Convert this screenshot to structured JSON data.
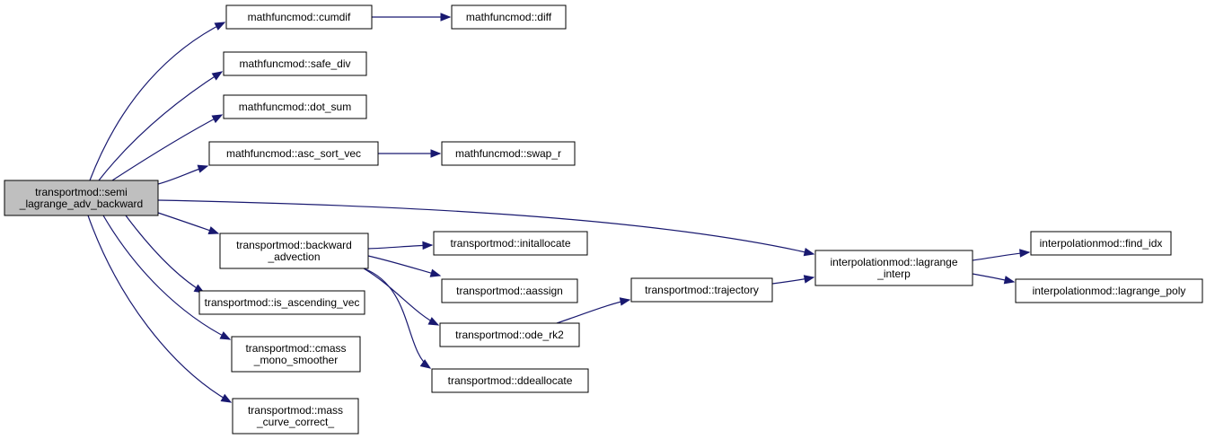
{
  "colors": {
    "edge": "#191970",
    "root_fill": "#bfbfbf",
    "node_fill": "#ffffff",
    "node_stroke": "#000000"
  },
  "nodes": [
    {
      "id": "semi_lagrange_adv_backward",
      "lines": [
        "transportmod::semi",
        "_lagrange_adv_backward"
      ],
      "root": true
    },
    {
      "id": "cumdif",
      "lines": [
        "mathfuncmod::cumdif"
      ]
    },
    {
      "id": "diff",
      "lines": [
        "mathfuncmod::diff"
      ]
    },
    {
      "id": "safe_div",
      "lines": [
        "mathfuncmod::safe_div"
      ]
    },
    {
      "id": "dot_sum",
      "lines": [
        "mathfuncmod::dot_sum"
      ]
    },
    {
      "id": "asc_sort_vec",
      "lines": [
        "mathfuncmod::asc_sort_vec"
      ]
    },
    {
      "id": "swap_r",
      "lines": [
        "mathfuncmod::swap_r"
      ]
    },
    {
      "id": "backward_advection",
      "lines": [
        "transportmod::backward",
        "_advection"
      ]
    },
    {
      "id": "initallocate",
      "lines": [
        "transportmod::initallocate"
      ]
    },
    {
      "id": "aassign",
      "lines": [
        "transportmod::aassign"
      ]
    },
    {
      "id": "ode_rk2",
      "lines": [
        "transportmod::ode_rk2"
      ]
    },
    {
      "id": "ddeallocate",
      "lines": [
        "transportmod::ddeallocate"
      ]
    },
    {
      "id": "trajectory",
      "lines": [
        "transportmod::trajectory"
      ]
    },
    {
      "id": "lagrange_interp",
      "lines": [
        "interpolationmod::lagrange",
        "_interp"
      ]
    },
    {
      "id": "find_idx",
      "lines": [
        "interpolationmod::find_idx"
      ]
    },
    {
      "id": "lagrange_poly",
      "lines": [
        "interpolationmod::lagrange_poly"
      ]
    },
    {
      "id": "is_ascending_vec",
      "lines": [
        "transportmod::is_ascending_vec"
      ]
    },
    {
      "id": "cmass_mono_smoother",
      "lines": [
        "transportmod::cmass",
        "_mono_smoother"
      ]
    },
    {
      "id": "mass_curve_correct",
      "lines": [
        "transportmod::mass",
        "_curve_correct_"
      ]
    }
  ],
  "edges": [
    {
      "from": "semi_lagrange_adv_backward",
      "to": "cumdif"
    },
    {
      "from": "semi_lagrange_adv_backward",
      "to": "safe_div"
    },
    {
      "from": "semi_lagrange_adv_backward",
      "to": "dot_sum"
    },
    {
      "from": "semi_lagrange_adv_backward",
      "to": "asc_sort_vec"
    },
    {
      "from": "semi_lagrange_adv_backward",
      "to": "lagrange_interp"
    },
    {
      "from": "semi_lagrange_adv_backward",
      "to": "backward_advection"
    },
    {
      "from": "semi_lagrange_adv_backward",
      "to": "is_ascending_vec"
    },
    {
      "from": "semi_lagrange_adv_backward",
      "to": "cmass_mono_smoother"
    },
    {
      "from": "semi_lagrange_adv_backward",
      "to": "mass_curve_correct"
    },
    {
      "from": "cumdif",
      "to": "diff"
    },
    {
      "from": "asc_sort_vec",
      "to": "swap_r"
    },
    {
      "from": "backward_advection",
      "to": "initallocate"
    },
    {
      "from": "backward_advection",
      "to": "aassign"
    },
    {
      "from": "backward_advection",
      "to": "ode_rk2"
    },
    {
      "from": "backward_advection",
      "to": "ddeallocate"
    },
    {
      "from": "ode_rk2",
      "to": "trajectory"
    },
    {
      "from": "trajectory",
      "to": "lagrange_interp"
    },
    {
      "from": "lagrange_interp",
      "to": "find_idx"
    },
    {
      "from": "lagrange_interp",
      "to": "lagrange_poly"
    }
  ]
}
